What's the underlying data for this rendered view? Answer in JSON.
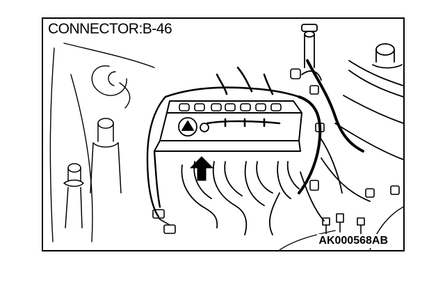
{
  "diagram": {
    "title": "CONNECTOR:B-46",
    "reference_code": "AK000568AB",
    "subject": "engine-compartment-harness-line-art",
    "pointer_icon": "arrow-up-icon"
  },
  "colors": {
    "ink": "#000000",
    "paper": "#ffffff"
  }
}
